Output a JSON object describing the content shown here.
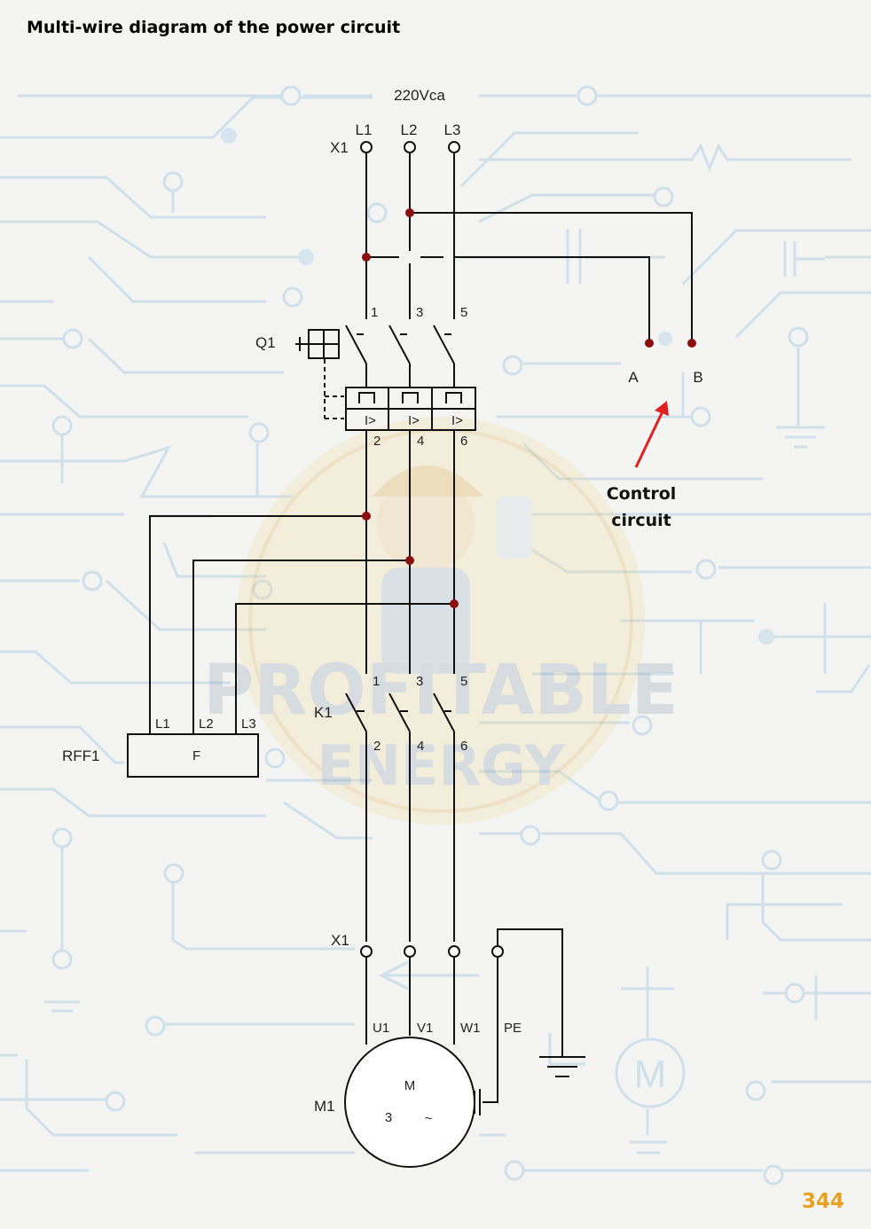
{
  "title": "Multi-wire diagram of the power circuit",
  "page_number": "344",
  "supply": {
    "voltage": "220Vca",
    "terminal_block": "X1",
    "phases": [
      "L1",
      "L2",
      "L3"
    ]
  },
  "breaker": {
    "id": "Q1",
    "top_terminals": [
      "1",
      "3",
      "5"
    ],
    "bottom_terminals": [
      "2",
      "4",
      "6"
    ],
    "trip_symbol": "I>"
  },
  "control_tap": {
    "points": [
      "A",
      "B"
    ],
    "annotation_line1": "Control",
    "annotation_line2": "circuit",
    "arrow_color": "#e02020"
  },
  "filter": {
    "id": "RFF1",
    "inputs": [
      "L1",
      "L2",
      "L3"
    ],
    "label": "F"
  },
  "contactor": {
    "id": "K1",
    "top_terminals": [
      "1",
      "3",
      "5"
    ],
    "bottom_terminals": [
      "2",
      "4",
      "6"
    ]
  },
  "motor_terminal_block": {
    "id": "X1",
    "terminals": [
      "U1",
      "V1",
      "W1",
      "PE"
    ]
  },
  "motor": {
    "id": "M1",
    "symbol": "M",
    "phases": "3",
    "ac_symbol": "~"
  },
  "watermark": {
    "line1": "PROFITABLE",
    "line2": "ENERGY"
  },
  "colors": {
    "wire": "#111111",
    "junction": "#8a1010",
    "page_number": "#e8a020",
    "background_traces": "#cfe0ea"
  }
}
